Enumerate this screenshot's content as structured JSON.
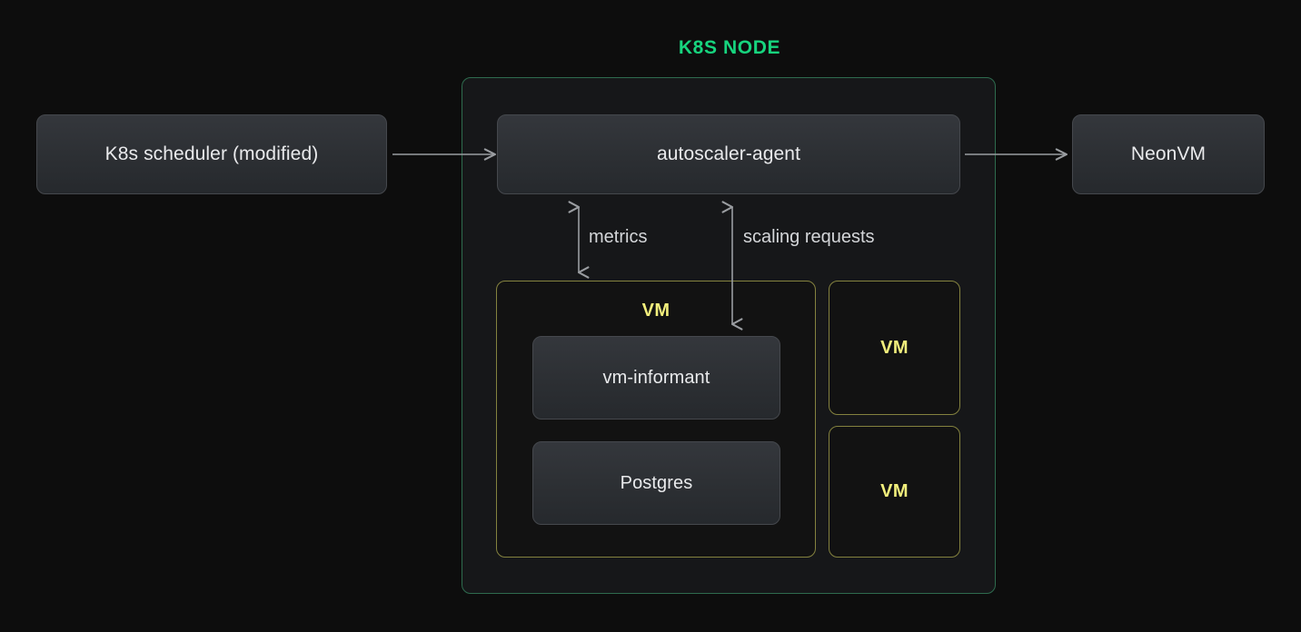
{
  "diagram": {
    "title": "K8S NODE",
    "background_color": "#0d0d0d",
    "accent_green": "#17d47e",
    "node_border_color": "#2e6b4e",
    "vm_border_color": "#84823f",
    "vm_label_color": "#f2ef7c",
    "arrow_color": "#9a9da1"
  },
  "external": {
    "scheduler": "K8s scheduler (modified)",
    "neonvm": "NeonVM"
  },
  "node": {
    "agent": "autoscaler-agent",
    "vm_main": {
      "label": "VM",
      "components": [
        {
          "label": "vm-informant"
        },
        {
          "label": "Postgres"
        }
      ]
    },
    "vms": [
      {
        "label": "VM"
      },
      {
        "label": "VM"
      }
    ]
  },
  "edges": [
    {
      "name": "agent-to-scheduler",
      "label": "",
      "direction": "left"
    },
    {
      "name": "agent-to-neonvm",
      "label": "",
      "direction": "right"
    },
    {
      "name": "metrics",
      "label": "metrics",
      "direction": "both"
    },
    {
      "name": "scaling-requests",
      "label": "scaling requests",
      "direction": "both"
    }
  ]
}
